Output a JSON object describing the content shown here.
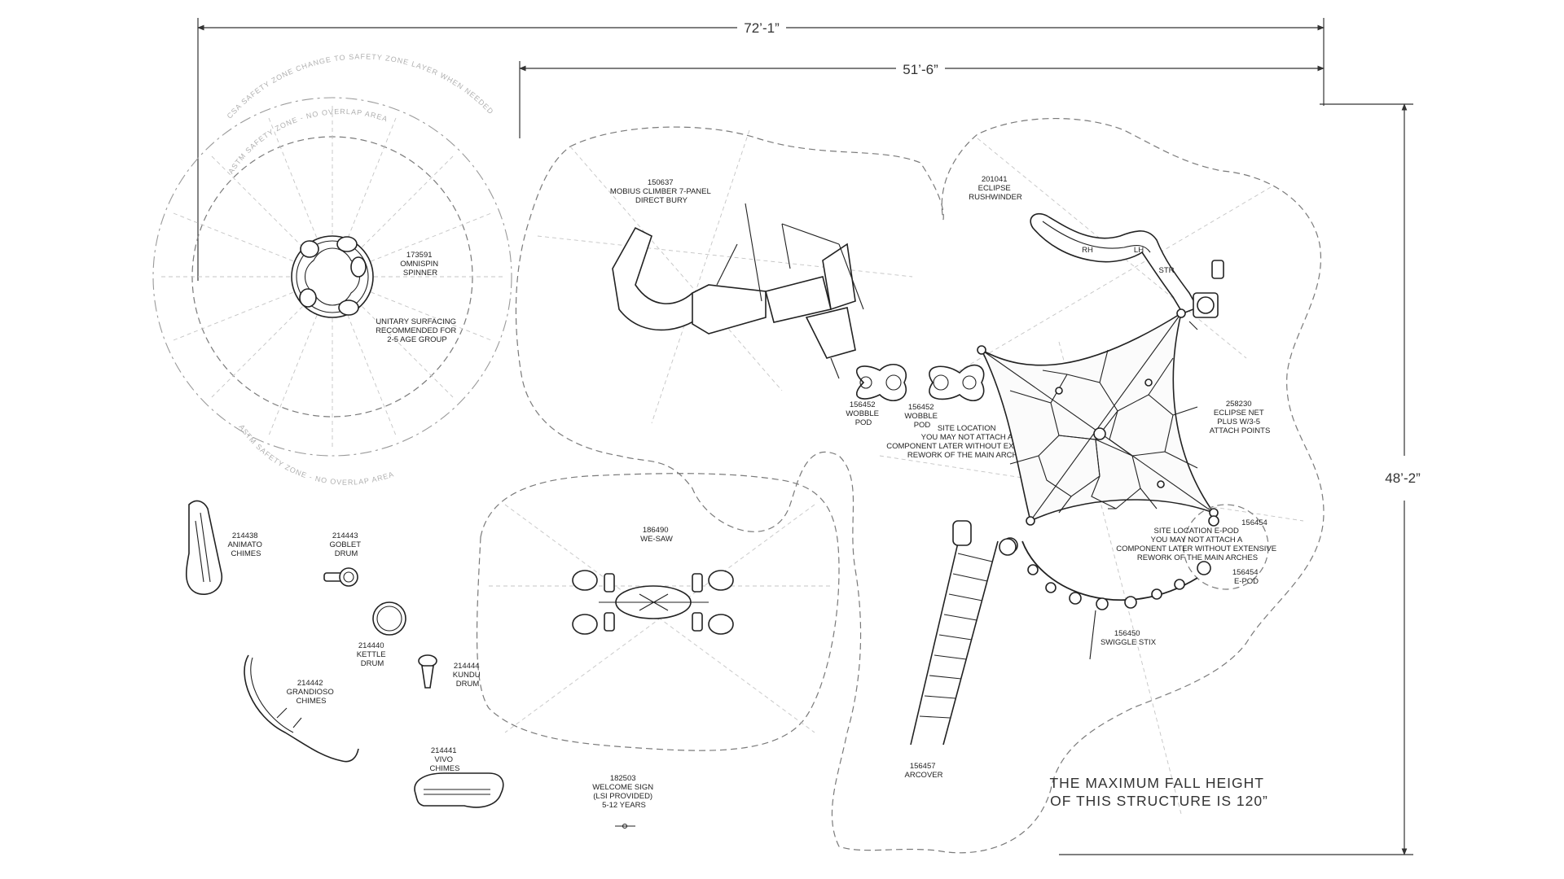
{
  "dimensions": {
    "overall_width": "72’-1”",
    "partial_width": "51’-6”",
    "overall_height": "48’-2”"
  },
  "safety_zones": {
    "outer_label": "CSA SAFETY ZONE  CHANGE TO SAFETY ZONE LAYER WHEN NEEDED",
    "inner_label_top": "ASTM SAFETY ZONE - NO OVERLAP AREA",
    "inner_label_bottom": "ASTM SAFETY ZONE - NO OVERLAP AREA"
  },
  "components": {
    "omnispin": [
      "173591",
      "OMNISPIN",
      "SPINNER"
    ],
    "surfacing": [
      "UNITARY SURFACING",
      "RECOMMENDED FOR",
      "2-5 AGE GROUP"
    ],
    "mobius": [
      "150637",
      "MOBIUS CLIMBER 7-PANEL",
      "DIRECT BURY"
    ],
    "rushwinder": [
      "201041",
      "ECLIPSE",
      "RUSHWINDER"
    ],
    "slide_labels": {
      "rh": "RH",
      "lh": "LH",
      "str": "STR"
    },
    "wobble_pod_1": [
      "156452",
      "WOBBLE",
      "POD"
    ],
    "wobble_pod_2": [
      "156452",
      "WOBBLE",
      "POD"
    ],
    "site_location_1": [
      "SITE LOCATION",
      "YOU MAY NOT ATTACH A",
      "COMPONENT LATER WITHOUT EXTENSIVE",
      "REWORK OF THE MAIN ARCHES"
    ],
    "eclipse_net": [
      "258230",
      "ECLIPSE NET",
      "PLUS W/3-5",
      "ATTACH POINTS"
    ],
    "epod_top": [
      "156454"
    ],
    "site_location_2": [
      "SITE LOCATION E-POD",
      "YOU MAY NOT ATTACH A",
      "COMPONENT LATER WITHOUT EXTENSIVE",
      "REWORK OF THE MAIN ARCHES"
    ],
    "epod": [
      "156454",
      "E-POD"
    ],
    "swiggle": [
      "156450",
      "SWIGGLE STIX"
    ],
    "arcover": [
      "156457",
      "ARCOVER"
    ],
    "animato": [
      "214438",
      "ANIMATO",
      "CHIMES"
    ],
    "goblet": [
      "214443",
      "GOBLET",
      "DRUM"
    ],
    "kettle": [
      "214440",
      "KETTLE",
      "DRUM"
    ],
    "kundu": [
      "214444",
      "KUNDU",
      "DRUM"
    ],
    "grandioso": [
      "214442",
      "GRANDIOSO",
      "CHIMES"
    ],
    "vivo": [
      "214441",
      "VIVO",
      "CHIMES"
    ],
    "we_saw": [
      "186490",
      "WE-SAW"
    ],
    "welcome_sign": [
      "182503",
      "WELCOME SIGN",
      "(LSI PROVIDED)",
      "5-12 YEARS"
    ]
  },
  "note": [
    "THE MAXIMUM FALL HEIGHT",
    "OF THIS STRUCTURE IS 120”"
  ]
}
